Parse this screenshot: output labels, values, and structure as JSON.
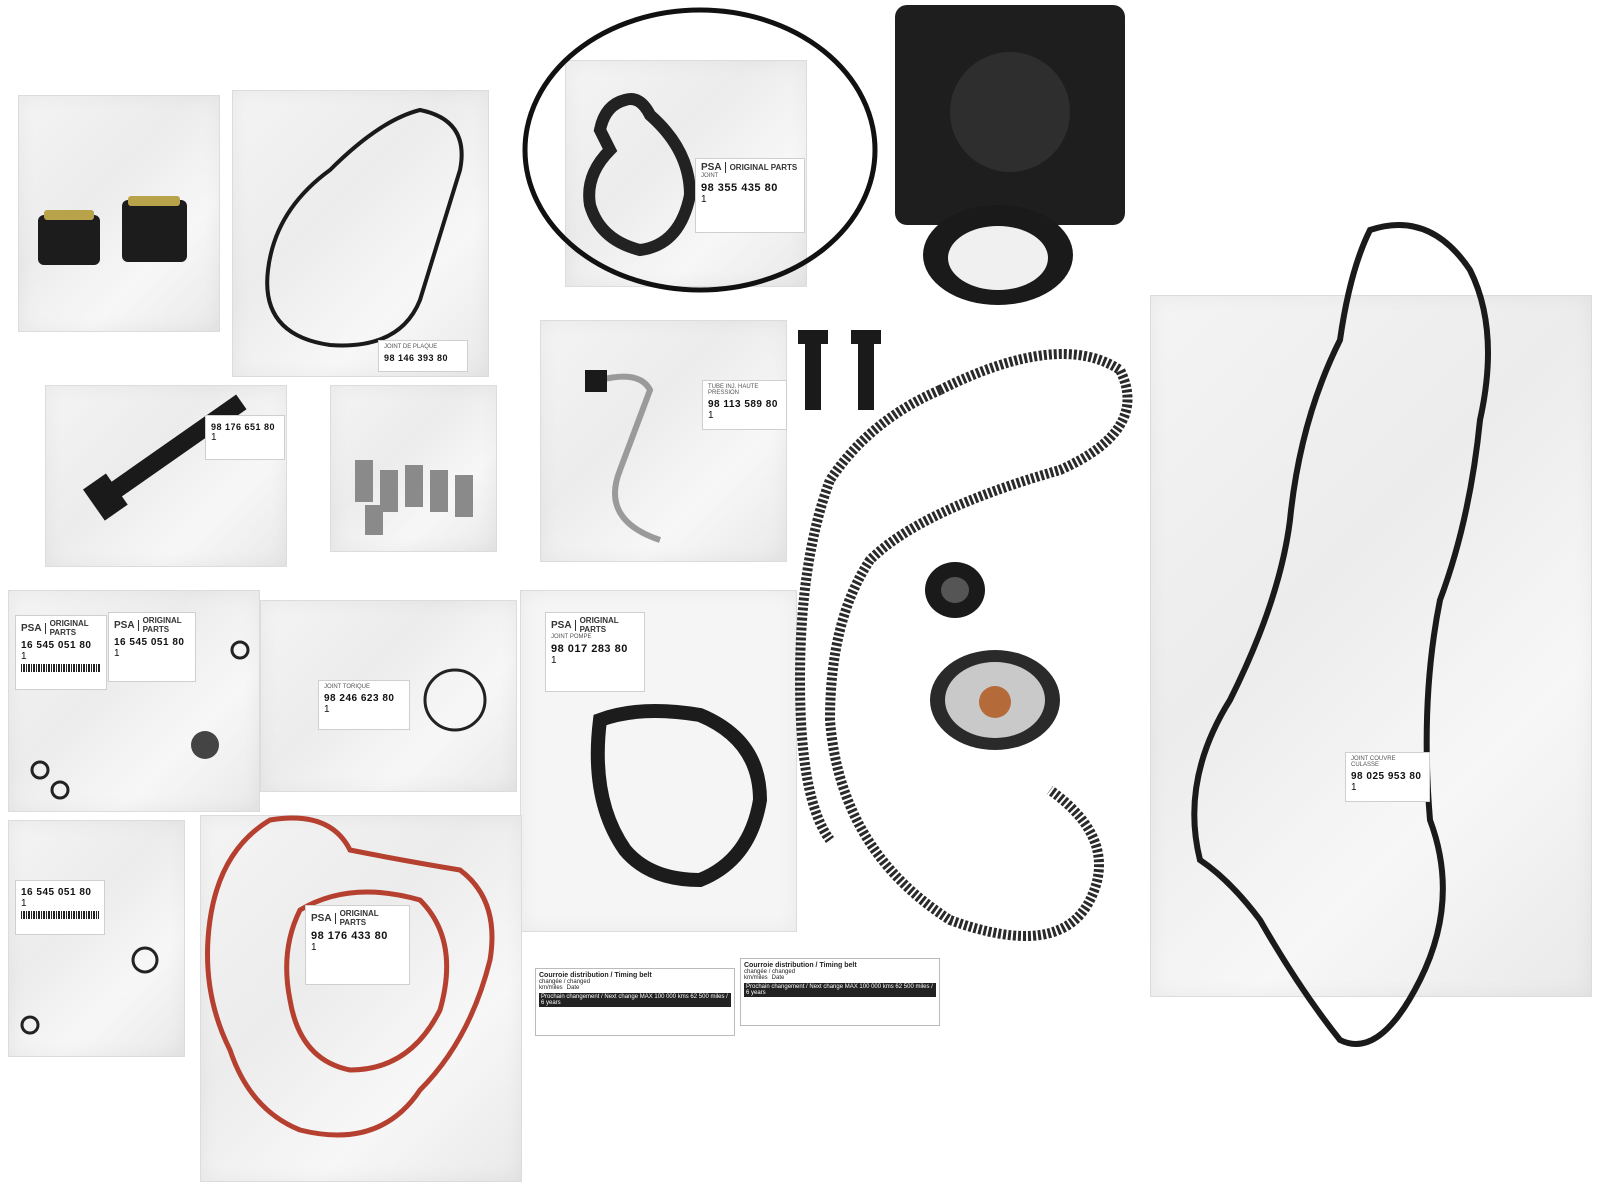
{
  "labels": [
    {
      "id": "vacuum-pump-gasket",
      "brand": "PSA",
      "brand_sub": "ORIGINAL PARTS",
      "desc": "JOINT",
      "pn": "98 355 435 80",
      "qty": "1"
    },
    {
      "id": "injector-pipe",
      "desc": "TUBE INJ. HAUTE PRESSION",
      "pn": "98 113 589 80",
      "qty": "1"
    },
    {
      "id": "water-pump-gasket",
      "brand": "PSA",
      "brand_sub": "ORIGINAL PARTS",
      "desc": "JOINT POMPE",
      "pn": "98 017 283 80",
      "qty": "1"
    },
    {
      "id": "o-ring-bag",
      "desc": "JOINT TORIQUE",
      "pn": "98 246 623 80",
      "qty": "1"
    },
    {
      "id": "seal-kit-1",
      "brand": "PSA",
      "brand_sub": "ORIGINAL PARTS",
      "pn": "16 545 051 80",
      "qty": "1"
    },
    {
      "id": "seal-kit-2",
      "brand": "PSA",
      "brand_sub": "ORIGINAL PARTS",
      "pn": "16 545 051 80",
      "qty": "1"
    },
    {
      "id": "seal-kit-3",
      "pn": "16 545 051 80",
      "qty": "1"
    },
    {
      "id": "red-gasket",
      "brand": "PSA",
      "brand_sub": "ORIGINAL PARTS",
      "pn": "98 176 433 80",
      "qty": "1"
    },
    {
      "id": "valve-cover-gasket",
      "desc": "JOINT COUVRE CULASSE",
      "pn": "98 025 953 80",
      "qty": "1"
    },
    {
      "id": "plate-gasket",
      "desc": "JOINT DE PLAQUE",
      "pn": "98 146 393 80"
    },
    {
      "id": "crank-bolt",
      "pn": "98 176 651 80",
      "qty": "1"
    }
  ],
  "stickers": [
    {
      "id": "timing-sticker-1",
      "title": "Courroie distribution / Timing belt",
      "changed": "changée / changed",
      "km": "km/miles",
      "date": "Date",
      "next_title": "Prochain changement / Next change",
      "next": "MAX 100 000 kms  62 500 miles / 6 years"
    },
    {
      "id": "timing-sticker-2",
      "title": "Courroie distribution / Timing belt",
      "changed": "changée / changed",
      "km": "km/miles",
      "date": "Date",
      "next_title": "Prochain changement / Next change",
      "next": "MAX 100 000 kms  62 500 miles / 6 years"
    }
  ],
  "colors": {
    "background": "#ffffff",
    "gasket_black": "#1a1a1a",
    "gasket_red": "#b5402f",
    "bag": "#eeeeee",
    "belt": "#2a2a2a"
  }
}
